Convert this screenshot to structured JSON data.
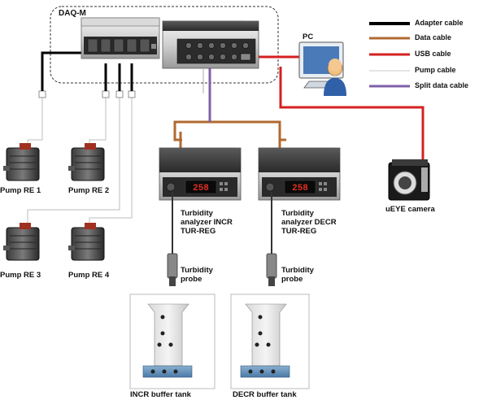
{
  "title": "DAQ-M",
  "pc_label": "PC",
  "camera_label": "uEYE camera",
  "legend": [
    {
      "label": "Adapter cable",
      "color": "#000000",
      "width": 4
    },
    {
      "label": "Data cable",
      "color": "#b06a30",
      "width": 3
    },
    {
      "label": "USB cable",
      "color": "#d62020",
      "width": 3
    },
    {
      "label": "Pump cable",
      "color": "#c8c8c8",
      "width": 1
    },
    {
      "label": "Split data cable",
      "color": "#8060a8",
      "width": 3
    }
  ],
  "pumps": [
    "Pump RE 1",
    "Pump RE 2",
    "Pump RE 3",
    "Pump RE 4"
  ],
  "analyzers": [
    {
      "label": "Turbidity analyzer INCR TUR-REG",
      "line1": "Turbidity",
      "line2": "analyzer INCR",
      "line3": "TUR-REG",
      "display": "258"
    },
    {
      "label": "Turbidity analyzer DECR TUR-REG",
      "line1": "Turbidity",
      "line2": "analyzer DECR",
      "line3": "TUR-REG",
      "display": "258"
    }
  ],
  "probes": [
    {
      "line1": "Turbidity",
      "line2": "probe"
    },
    {
      "line1": "Turbidity",
      "line2": "probe"
    }
  ],
  "tanks": [
    "INCR buffer tank",
    "DECR buffer tank"
  ]
}
